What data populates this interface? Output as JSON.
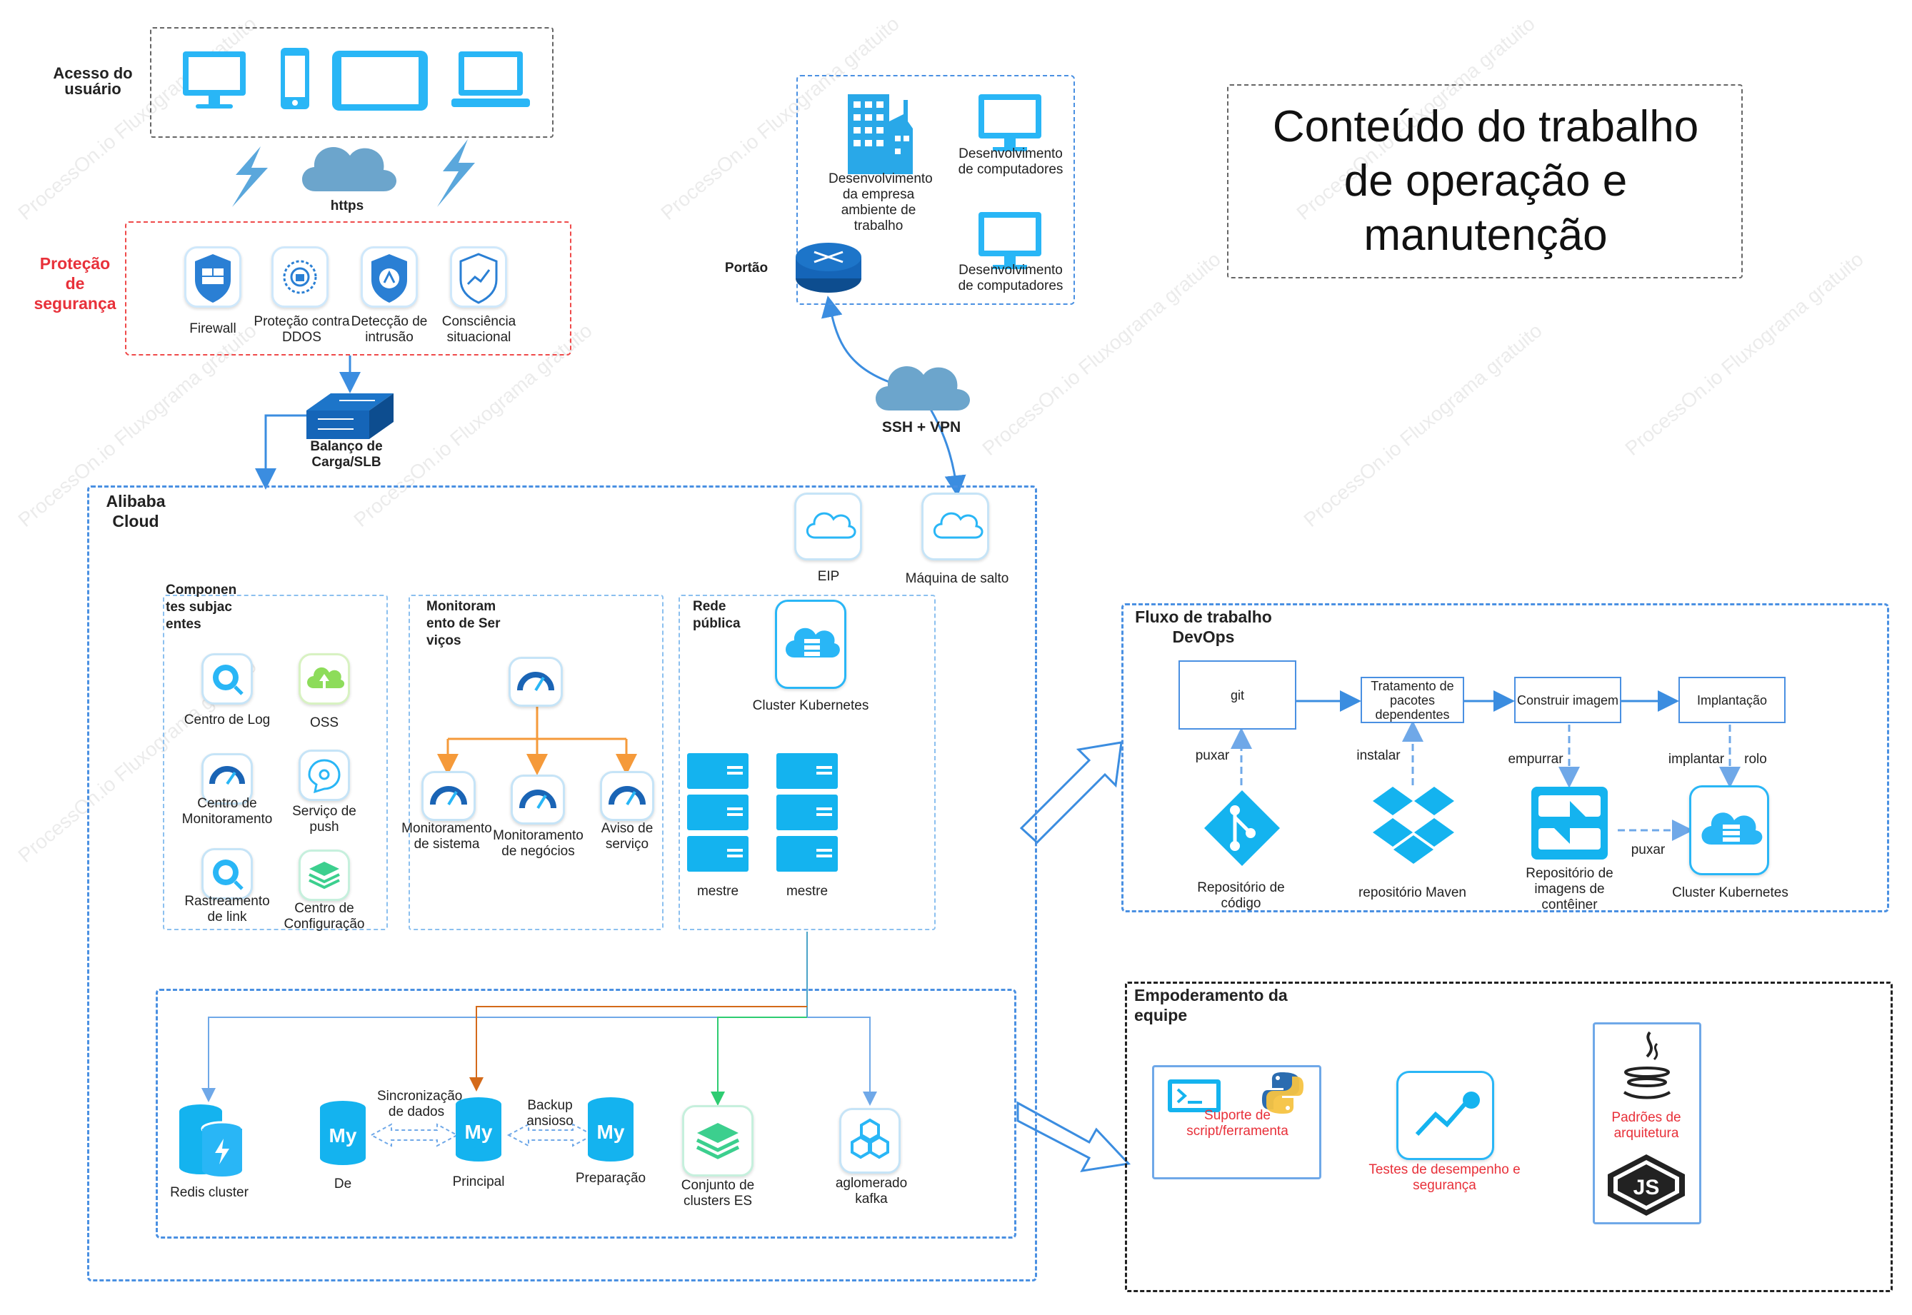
{
  "title": "Conteúdo do trabalho de operação e manutenção",
  "user_access": {
    "label": "Acesso do usuário",
    "https": "https"
  },
  "security": {
    "label": "Proteção de segurança",
    "items": [
      "Firewall",
      "Proteção contra DDOS",
      "Detecção de intrusão",
      "Consciência situacional"
    ]
  },
  "slb": {
    "label": "Balanço de Carga/SLB"
  },
  "office": {
    "enterprise": "Desenvolvimento da empresa ambiente de trabalho",
    "dev1": "Desenvolvimento de computadores",
    "dev2": "Desenvolvimento de computadores",
    "gateway": "Portão",
    "ssh": "SSH + VPN"
  },
  "alibaba": {
    "label": "Alibaba Cloud",
    "eip": "EIP",
    "jump": "Máquina de salto",
    "base": {
      "label": "Componentes subjacentes",
      "items": [
        "Centro de Log",
        "OSS",
        "Centro de Monitoramento",
        "Serviço de push",
        "Rastreamento de link",
        "Centro de Configuração"
      ]
    },
    "monitor": {
      "label": "Monitoramento de Serviços",
      "items": [
        "Monitoramento de sistema",
        "Monitoramento de negócios",
        "Aviso de serviço"
      ]
    },
    "public": {
      "label": "Rede pública",
      "cluster": "Cluster Kubernetes",
      "master1": "mestre",
      "master2": "mestre"
    },
    "data": {
      "redis": "Redis cluster",
      "de": "De",
      "principal": "Principal",
      "prep": "Preparação",
      "sync": "Sincronização de dados",
      "backup": "Backup ansioso",
      "es": "Conjunto de clusters ES",
      "kafka": "aglomerado kafka"
    }
  },
  "devops": {
    "label": "Fluxo de trabalho DevOps",
    "steps": [
      "git",
      "Tratamento de pacotes dependentes",
      "Construir imagem",
      "Implantação"
    ],
    "edges": [
      "puxar",
      "instalar",
      "empurrar",
      "implantar",
      "rolo",
      "puxar"
    ],
    "sources": [
      "Repositório de código",
      "repositório Maven",
      "Repositório de imagens de contêiner",
      "Cluster Kubernetes"
    ]
  },
  "team": {
    "label": "Empoderamento da equipe",
    "items": [
      "Suporte de script/ferramenta",
      "Testes de desempenho e segurança",
      "Padrões de arquitetura"
    ]
  },
  "watermark": "ProcessOn.io Fluxograma gratuito",
  "colors": {
    "blue": "#29b6f6",
    "dark_blue": "#1565c0",
    "orange": "#f59a3a",
    "green": "#2ecc71",
    "red": "#e8313a"
  }
}
